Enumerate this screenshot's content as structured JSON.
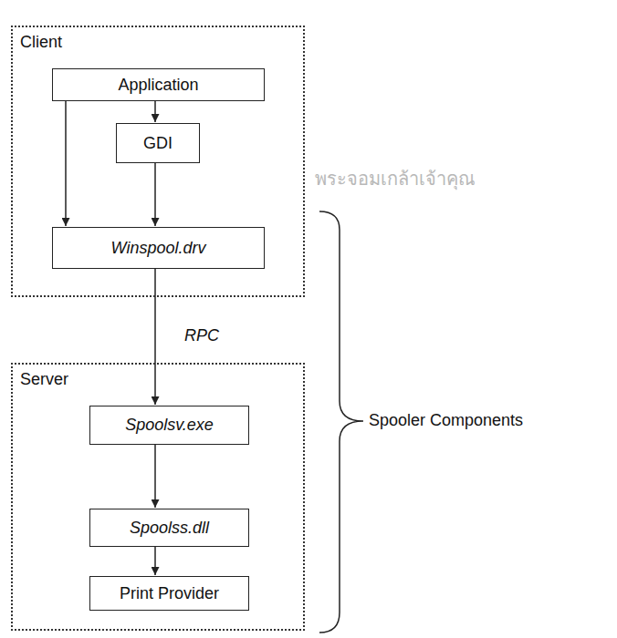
{
  "diagram": {
    "nodes": [
      {
        "text": [
          "Client"
        ]
      },
      {
        "text": [
          "Application"
        ],
        "in": 0
      },
      {
        "text": [
          "GDI"
        ],
        "in": 0
      },
      {
        "text": [
          "Winspool.drv"
        ],
        "in": 0
      },
      {
        "text": [
          "Server"
        ]
      },
      {
        "text": [
          "Spoolsv.exe"
        ],
        "in": 4
      },
      {
        "text": [
          "Spoolss.dll"
        ],
        "in": 4
      },
      {
        "text": [
          "Print Provider"
        ],
        "in": 4
      }
    ],
    "edges": [
      {
        "from": 1,
        "to": 2,
        "arrow": "to"
      },
      {
        "from": 1,
        "to": 3,
        "arrow": "to"
      },
      {
        "from": 2,
        "to": 3,
        "arrow": "to"
      },
      {
        "from": 3,
        "to": 5,
        "label": "RPC",
        "arrow": "to"
      },
      {
        "from": 5,
        "to": 6,
        "arrow": "to"
      },
      {
        "from": 6,
        "to": 7,
        "arrow": "to"
      }
    ],
    "labels": [
      "Spooler Components",
      "พระจอมเกล้าเจ้าคุณ"
    ]
  }
}
